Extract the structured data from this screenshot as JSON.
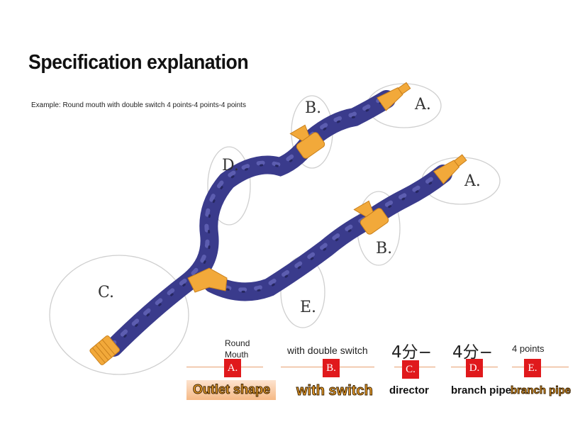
{
  "title": "Specification explanation",
  "example": "Example: Round mouth with double switch 4 points-4 points-4 points",
  "diagram_labels": {
    "a1": "A.",
    "a2": "A.",
    "b1": "B.",
    "b2": "B.",
    "c": "C.",
    "d": "D.",
    "e": "E."
  },
  "specs": [
    {
      "badge": "A.",
      "top": "Round Mouth",
      "bottom": "Outlet shape"
    },
    {
      "badge": "B.",
      "top": "with double switch",
      "bottom": "with switch"
    },
    {
      "badge": "C.",
      "top": "4分−",
      "bottom": "director"
    },
    {
      "badge": "D.",
      "top": "4分−",
      "bottom": "branch pipe"
    },
    {
      "badge": "E.",
      "top": "4 points",
      "bottom": "branch pipe"
    }
  ],
  "colors": {
    "hose": "#3a3b8c",
    "hose_highlight": "#6465b8",
    "nozzle": "#f2a93a",
    "badge": "#e0191c"
  }
}
